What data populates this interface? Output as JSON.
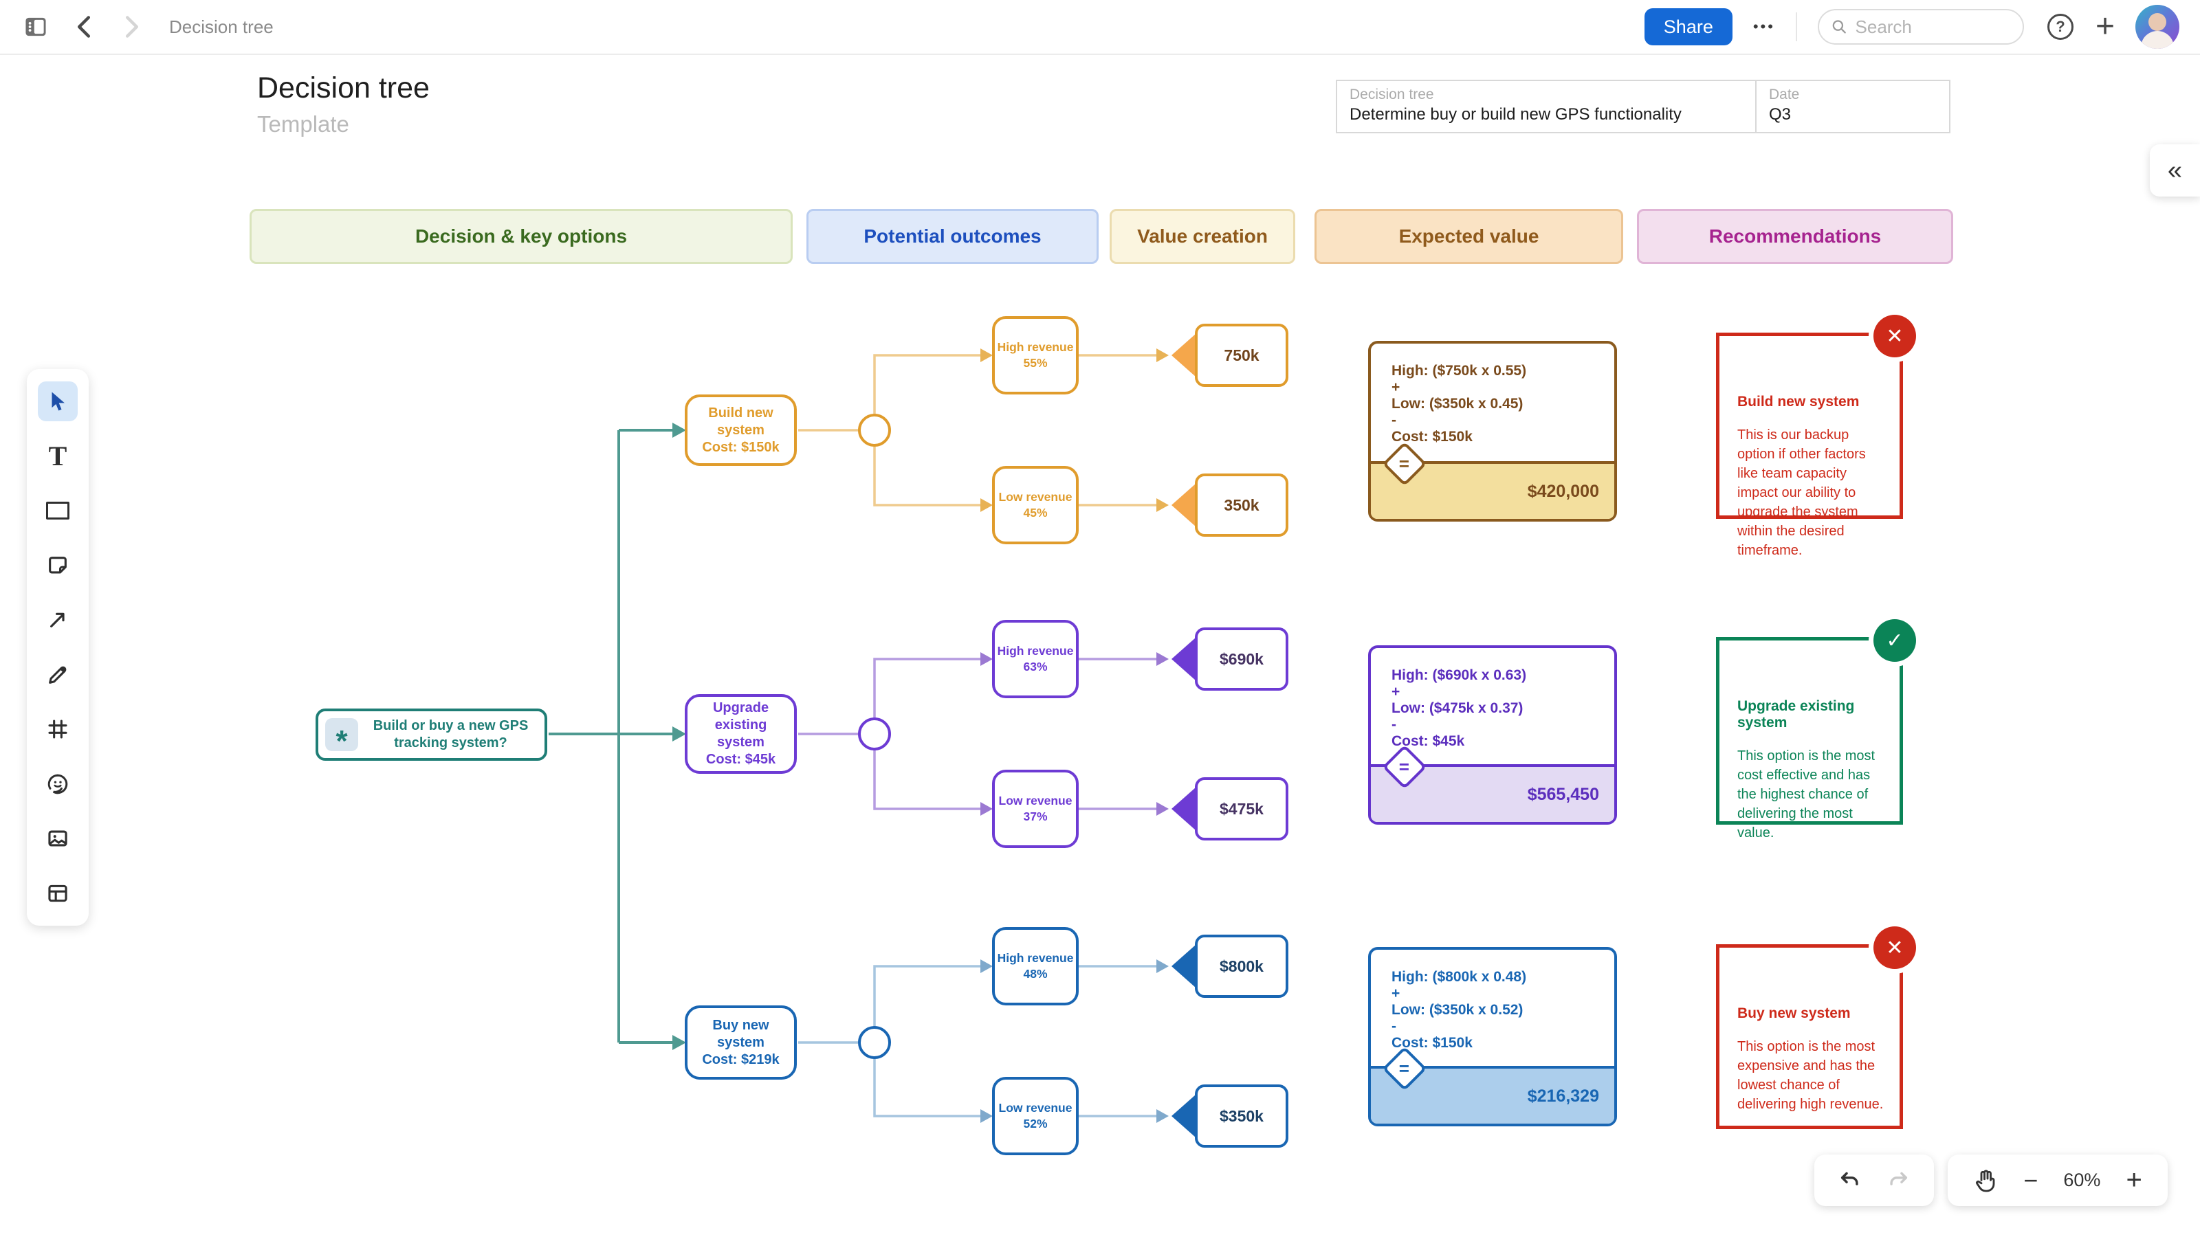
{
  "topbar": {
    "breadcrumb": "Decision tree",
    "share": "Share",
    "search_placeholder": "Search"
  },
  "icons": {
    "more": "•••",
    "collapse": "«",
    "help": "?",
    "plus": "+",
    "root_star": "*",
    "equals": "=",
    "accept": "✓",
    "reject": "✕",
    "zoom_minus": "−",
    "zoom_plus": "+"
  },
  "canvas": {
    "title": "Decision tree",
    "subtitle": "Template",
    "info": {
      "field_label": "Decision tree",
      "field_value": "Determine buy or build new GPS functionality",
      "date_label": "Date",
      "date_value": "Q3"
    },
    "columns": [
      {
        "label": "Decision & key options"
      },
      {
        "label": "Potential outcomes"
      },
      {
        "label": "Value creation"
      },
      {
        "label": "Expected value"
      },
      {
        "label": "Recommendations"
      }
    ],
    "root": {
      "text": "Build or buy a new GPS tracking system?"
    },
    "branches": [
      {
        "option_title": "Build new system",
        "option_cost": "Cost: $150k",
        "high_label": "High revenue",
        "high_pct": "55%",
        "high_value": "750k",
        "low_label": "Low revenue",
        "low_pct": "45%",
        "low_value": "350k",
        "ev_high": "High: ($750k x 0.55)",
        "ev_plus": "+",
        "ev_low": "Low: ($350k x 0.45)",
        "ev_minus": "-",
        "ev_cost": "Cost: $150k",
        "ev_total": "$420,000",
        "rec_title": "Build new system",
        "rec_body": "This is our backup option if other factors like team capacity impact our ability to upgrade the system within the desired timeframe.",
        "rec_verdict": "reject"
      },
      {
        "option_title": "Upgrade existing system",
        "option_cost": "Cost: $45k",
        "high_label": "High revenue",
        "high_pct": "63%",
        "high_value": "$690k",
        "low_label": "Low revenue",
        "low_pct": "37%",
        "low_value": "$475k",
        "ev_high": "High: ($690k x 0.63)",
        "ev_plus": "+",
        "ev_low": "Low: ($475k x 0.37)",
        "ev_minus": "-",
        "ev_cost": "Cost: $45k",
        "ev_total": "$565,450",
        "rec_title": "Upgrade existing system",
        "rec_body": "This option is the most cost effective and has the highest chance of delivering the most value.",
        "rec_verdict": "accept"
      },
      {
        "option_title": "Buy new system",
        "option_cost": "Cost: $219k",
        "high_label": "High revenue",
        "high_pct": "48%",
        "high_value": "$800k",
        "low_label": "Low revenue",
        "low_pct": "52%",
        "low_value": "$350k",
        "ev_high": "High: ($800k x 0.48)",
        "ev_plus": "+",
        "ev_low": "Low: ($350k x 0.52)",
        "ev_minus": "-",
        "ev_cost": "Cost: $150k",
        "ev_total": "$216,329",
        "rec_title": "Buy new system",
        "rec_body": "This option is the most expensive and has the lowest chance of delivering high revenue.",
        "rec_verdict": "reject"
      }
    ],
    "colors": {
      "accent_blue": "#1569D6",
      "teal": "#1F7E76",
      "orange": "#E09C2C",
      "purple": "#6D3BD4",
      "blue": "#1966B3",
      "red": "#CE2A1A",
      "green": "#0B8457"
    }
  },
  "controls": {
    "zoom_level": "60%"
  }
}
